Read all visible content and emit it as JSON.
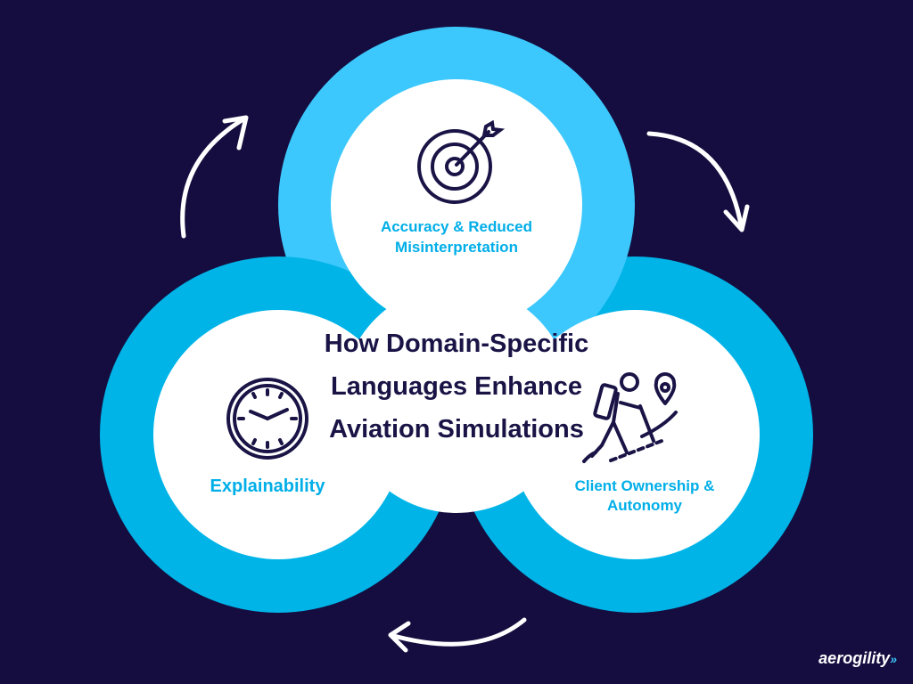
{
  "title": "How Domain-Specific Languages Enhance Aviation Simulations",
  "nodes": [
    {
      "label": "Accuracy & Reduced Misinterpretation",
      "icon": "target-icon"
    },
    {
      "label": "Explainability",
      "icon": "clock-icon"
    },
    {
      "label": "Client Ownership & Autonomy",
      "icon": "hiker-icon"
    }
  ],
  "logo": {
    "text": "aerogility",
    "mark": "»"
  },
  "colors": {
    "background": "#150d3f",
    "top_ring": "#3cc8fc",
    "side_ring": "#00b4e8",
    "label": "#00aee8",
    "title": "#1a1446"
  }
}
